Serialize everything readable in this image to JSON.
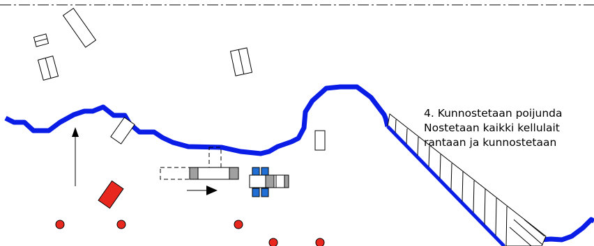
{
  "caption": {
    "line1": "4. Kunnostetaan poijunda",
    "line2": "Nostetaan kaikki kellulait",
    "line3": "rantaan ja kunnostetaan"
  },
  "colors": {
    "shoreline": "#0a1de6",
    "buoy": "#e8281e",
    "red_boat": "#e8281e",
    "blue_pontoon": "#1f6fd6",
    "grey_segment": "#a0a0a0",
    "outline": "#000000"
  },
  "icons": {
    "move_arrow_up": "arrow-up",
    "move_arrow_right": "arrow-right"
  }
}
